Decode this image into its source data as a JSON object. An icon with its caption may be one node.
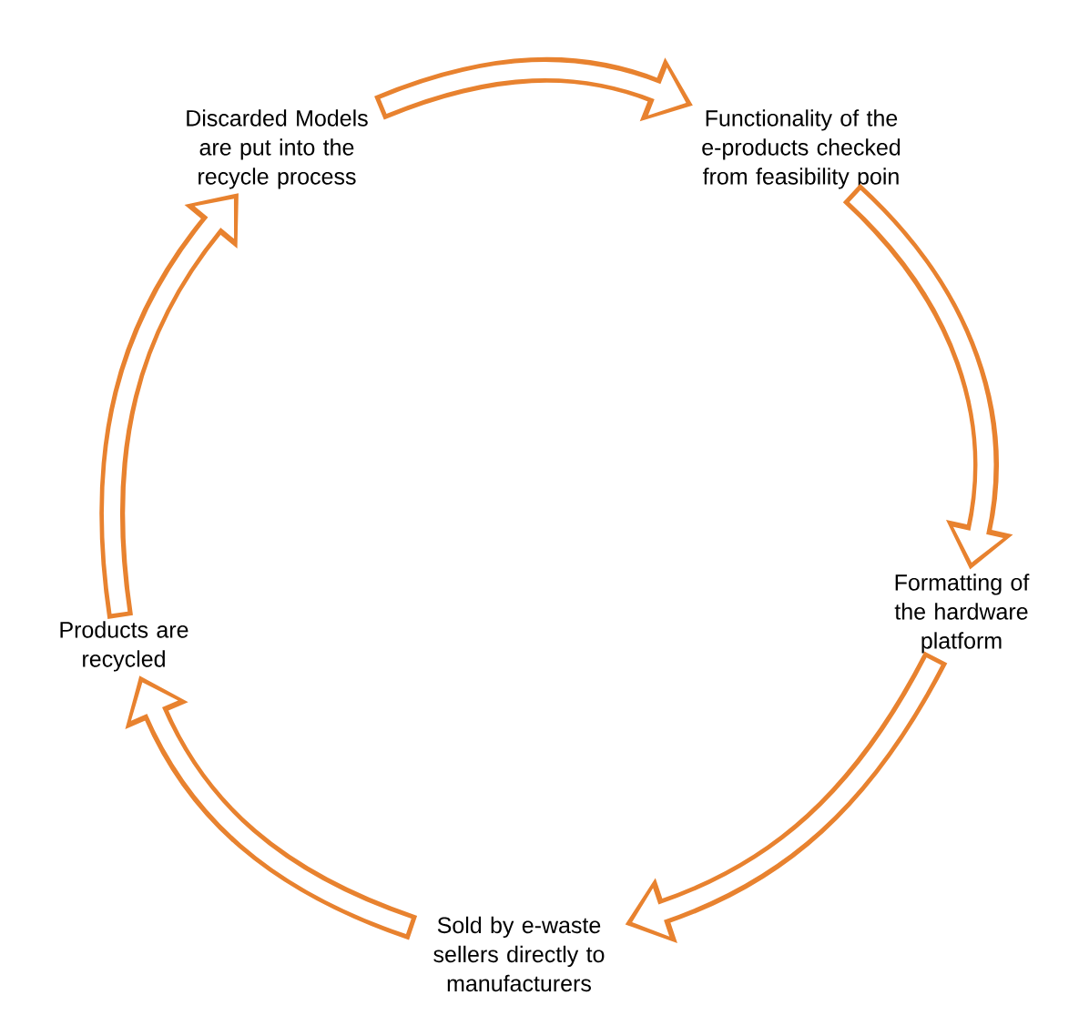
{
  "diagram": {
    "nodes": [
      {
        "text": [
          "Discarded Models are put into the recycle process"
        ]
      },
      {
        "text": [
          "Functionality of the e-products checked from feasibility poin"
        ]
      },
      {
        "text": [
          "Formatting of the hardware platform"
        ]
      },
      {
        "text": [
          "Sold by e-waste sellers directly to manufacturers"
        ]
      },
      {
        "text": [
          "Products are recycled"
        ]
      }
    ],
    "edges": [
      {
        "from": 0,
        "to": 1,
        "arrow": "to"
      },
      {
        "from": 1,
        "to": 2,
        "arrow": "to"
      },
      {
        "from": 2,
        "to": 3,
        "arrow": "to"
      },
      {
        "from": 3,
        "to": 4,
        "arrow": "to"
      },
      {
        "from": 4,
        "to": 0,
        "arrow": "to"
      }
    ]
  }
}
